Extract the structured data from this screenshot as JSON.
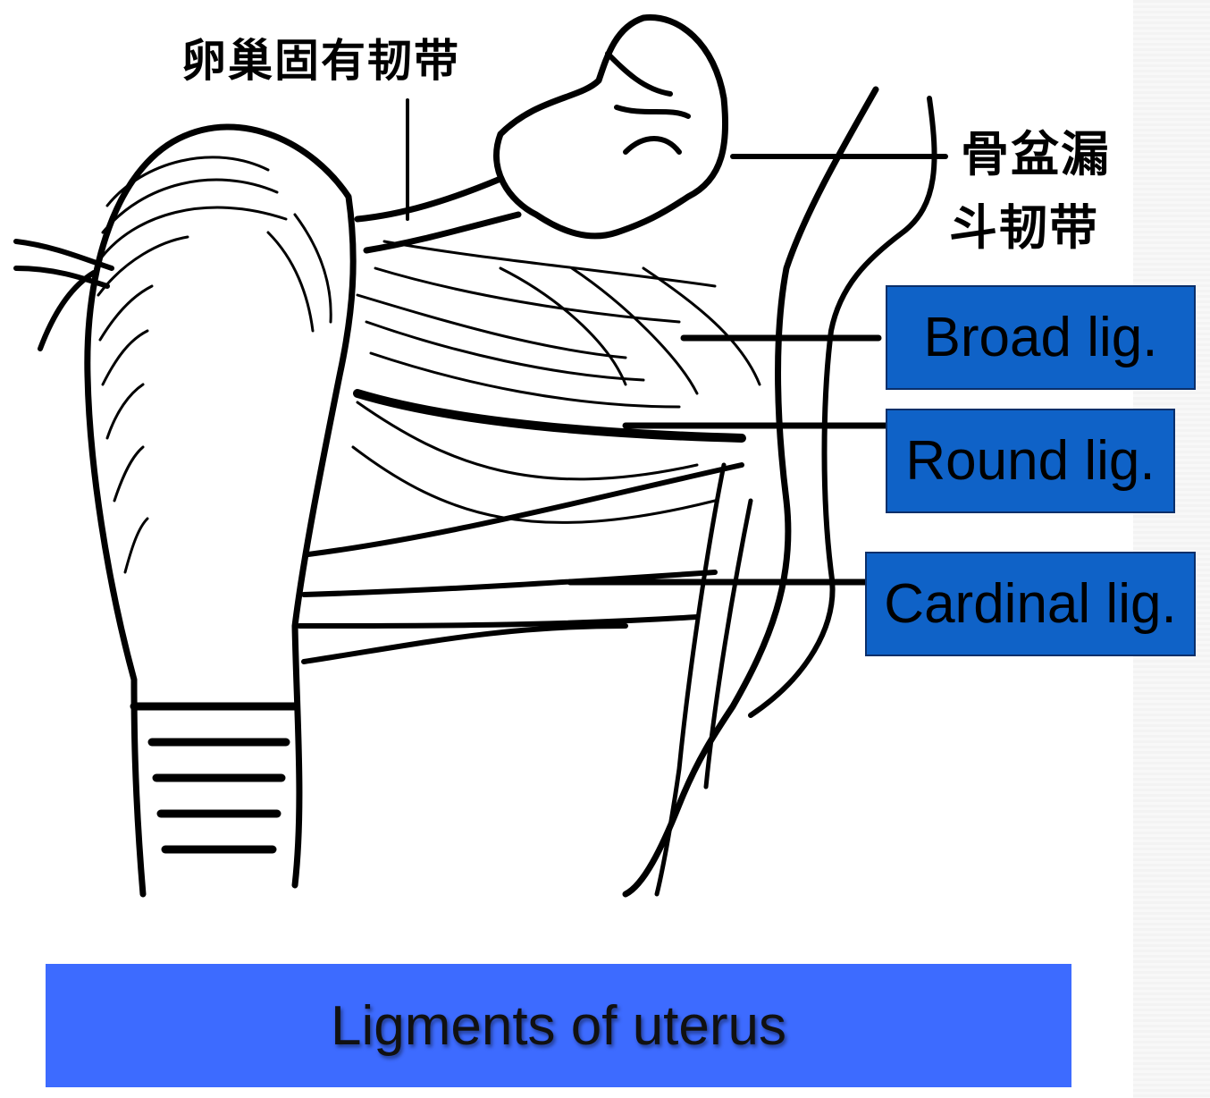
{
  "labels": {
    "ovarian_lig": "卵巢固有韧带",
    "suspensory_line1": "骨盆漏",
    "suspensory_line2": "斗韧带",
    "broad": "Broad lig.",
    "round": "Round lig.",
    "cardinal": "Cardinal lig."
  },
  "caption": "Ligments of uterus",
  "colors": {
    "label_box": "#0f62c7",
    "caption_bar": "#3d6bff",
    "ink": "#000000"
  }
}
